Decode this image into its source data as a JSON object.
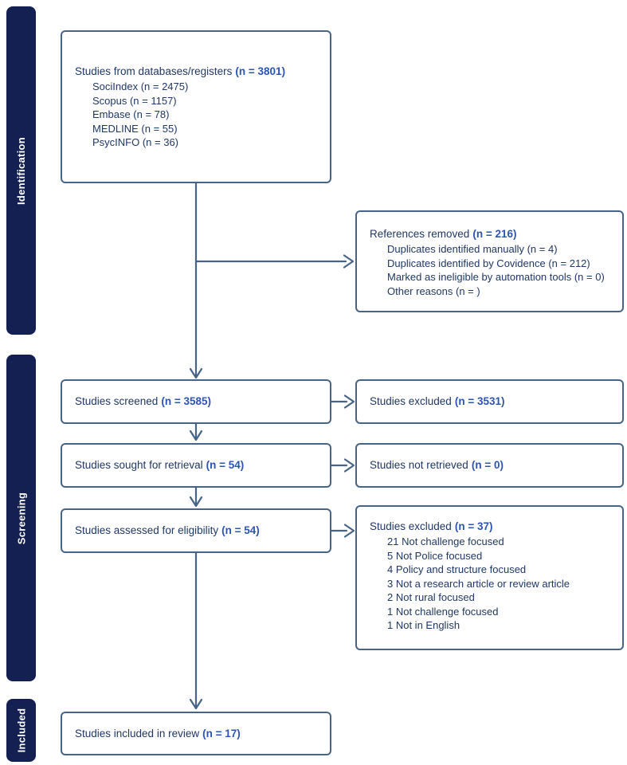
{
  "palette": {
    "stage_bar_bg": "#152052",
    "stage_label_color": "#ffffff",
    "box_border": "#476487",
    "arrow_color": "#476487",
    "text_color": "#1f3864",
    "n_value_color": "#2d54b4",
    "background": "#ffffff"
  },
  "sidebar": {
    "stages": [
      {
        "label": "Identification"
      },
      {
        "label": "Screening"
      },
      {
        "label": "Included"
      }
    ]
  },
  "flow": {
    "databases": {
      "title": "Studies from databases/registers",
      "n": "(n = 3801)",
      "items": [
        "SociIndex (n = 2475)",
        "Scopus (n = 1157)",
        "Embase (n = 78)",
        "MEDLINE (n = 55)",
        "PsycINFO (n = 36)"
      ]
    },
    "references_removed": {
      "title": "References removed",
      "n": "(n = 216)",
      "items": [
        "Duplicates identified manually (n = 4)",
        "Duplicates identified by Covidence (n = 212)",
        "Marked as ineligible by automation tools (n = 0)",
        "Other reasons (n = )"
      ]
    },
    "screened": {
      "title": "Studies screened",
      "n": "(n = 3585)"
    },
    "excluded_screened": {
      "title": "Studies excluded",
      "n": "(n = 3531)"
    },
    "sought": {
      "title": "Studies sought for retrieval",
      "n": "(n = 54)"
    },
    "not_retrieved": {
      "title": "Studies not retrieved",
      "n": "(n = 0)"
    },
    "assessed": {
      "title": "Studies assessed for eligibility",
      "n": "(n = 54)"
    },
    "excluded_assessed": {
      "title": "Studies excluded",
      "n": "(n = 37)",
      "items": [
        "21 Not challenge focused",
        "5 Not Police focused",
        "4 Policy and structure focused",
        "3 Not a research article or review article",
        "2 Not rural focused",
        "1 Not challenge focused",
        "1 Not in English"
      ]
    },
    "included": {
      "title": "Studies included in review",
      "n": "(n = 17)"
    }
  }
}
